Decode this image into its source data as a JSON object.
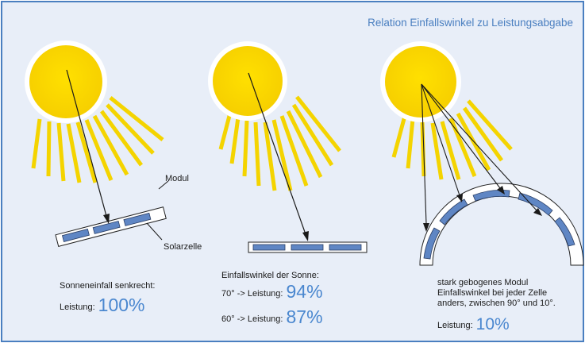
{
  "title": "Relation Einfallswinkel zu Leistungsabgabe",
  "labels": {
    "modul": "Modul",
    "solarzelle": "Solarzelle"
  },
  "panel1": {
    "caption": "Sonneneinfall senkrecht:",
    "leistung_label": "Leistung:",
    "leistung_value": "100%"
  },
  "panel2": {
    "caption": "Einfallswinkel der Sonne:",
    "row1_label": "70° -> Leistung:",
    "row1_value": "94%",
    "row2_label": "60° -> Leistung:",
    "row2_value": "87%"
  },
  "panel3": {
    "caption_line1": "stark gebogenes Modul",
    "caption_line2": "Einfallswinkel bei jeder Zelle",
    "caption_line3": "anders, zwischen 90° und 10°.",
    "leistung_label": "Leistung:",
    "leistung_value": "10%"
  },
  "colors": {
    "frame_bg": "#e8eef8",
    "frame_border": "#4a7fc0",
    "sun": "#f8d200",
    "rays": "#f4d400",
    "cell": "#5f86c4",
    "accent_text": "#4a87cf"
  }
}
